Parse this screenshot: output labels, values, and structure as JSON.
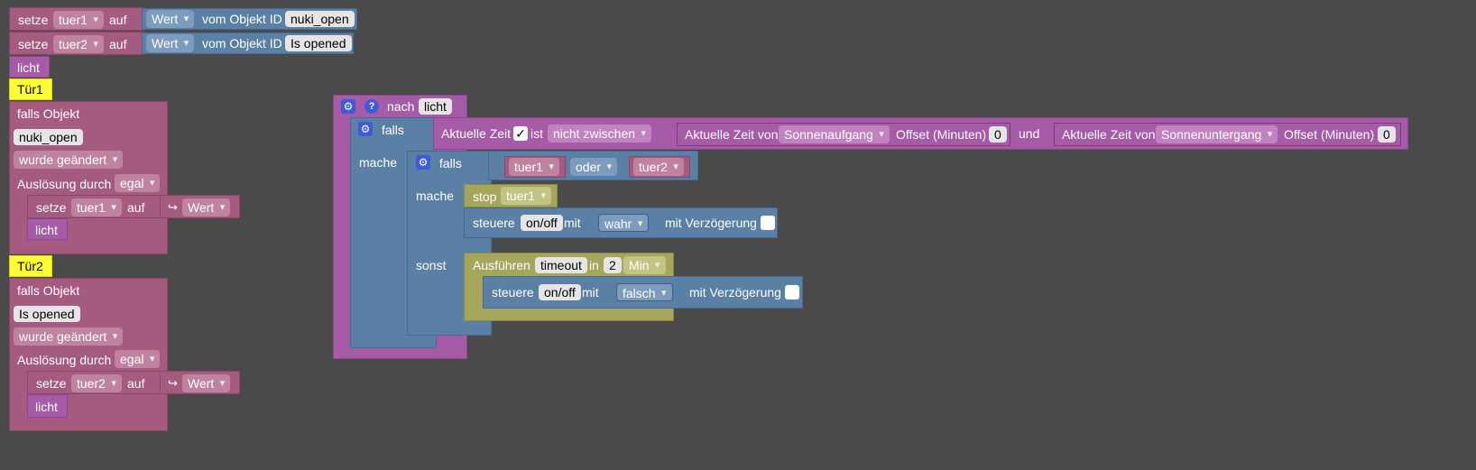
{
  "blocks": {
    "setze_label": "setze",
    "auf_label": "auf",
    "wert_option": "Wert",
    "vom_objekt_id_label": "vom Objekt ID",
    "tuer1_var": "tuer1",
    "tuer2_var": "tuer2",
    "object_nuki_open": "nuki_open",
    "object_is_opened": "Is opened",
    "licht_label": "licht",
    "comment_tuer1": "Tür1",
    "comment_tuer2": "Tür2",
    "falls_objekt_label": "falls Objekt",
    "wurde_geaendert_option": "wurde geändert",
    "ausloesung_durch_label": "Auslösung durch",
    "egal_option": "egal",
    "return_arrow": "↪",
    "nach_label": "nach",
    "falls_label": "falls",
    "mache_label": "mache",
    "sonst_label": "sonst",
    "aktuelle_zeit_label": "Aktuelle Zeit",
    "check_mark": "✓",
    "ist_label": "ist",
    "nicht_zwischen_option": "nicht zwischen",
    "aktuelle_zeit_von_label": "Aktuelle Zeit von",
    "sonnenaufgang_option": "Sonnenaufgang",
    "sonnenuntergang_option": "Sonnenuntergang",
    "offset_label": "Offset (Minuten)",
    "offset_value": "0",
    "und_label": "und",
    "oder_option": "oder",
    "stop_label": "stop",
    "steuere_label": "steuere",
    "onoff_field": "on/off",
    "mit_label": "mit",
    "wahr_option": "wahr",
    "falsch_option": "falsch",
    "mit_verzoegerung_label": "mit Verzögerung",
    "ausfuehren_label": "Ausführen",
    "timeout_field": "timeout",
    "in_label": "in",
    "timeout_value": "2",
    "min_option": "Min",
    "gear_glyph": "⚙",
    "help_glyph": "?"
  }
}
